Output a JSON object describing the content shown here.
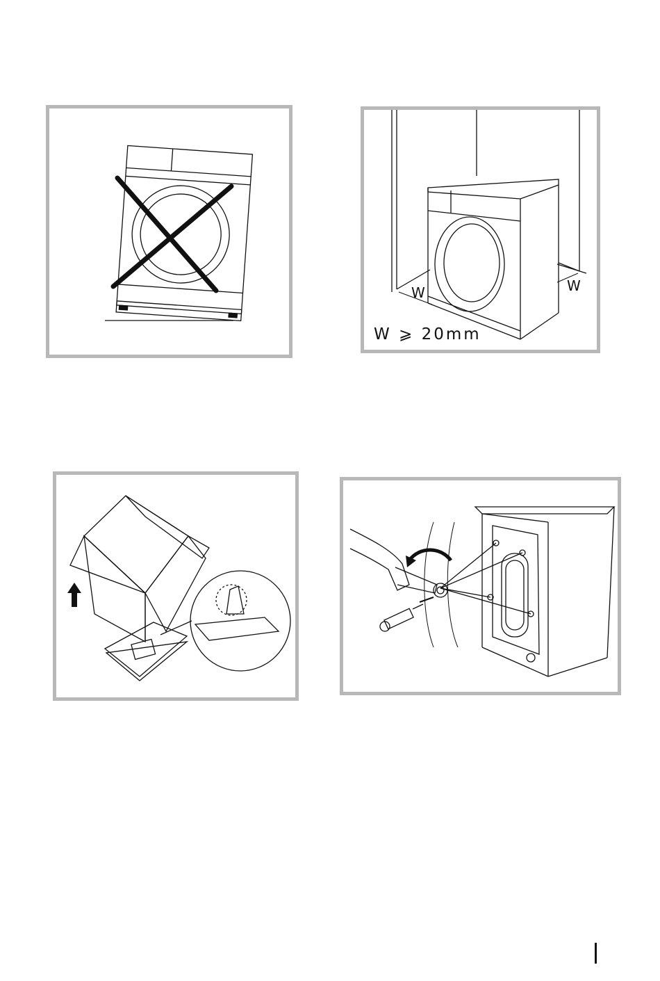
{
  "figures": {
    "clearance": {
      "side_gap_label_left": "W",
      "side_gap_label_right": "W",
      "formula_text": "W ⩾ 20mm"
    }
  }
}
